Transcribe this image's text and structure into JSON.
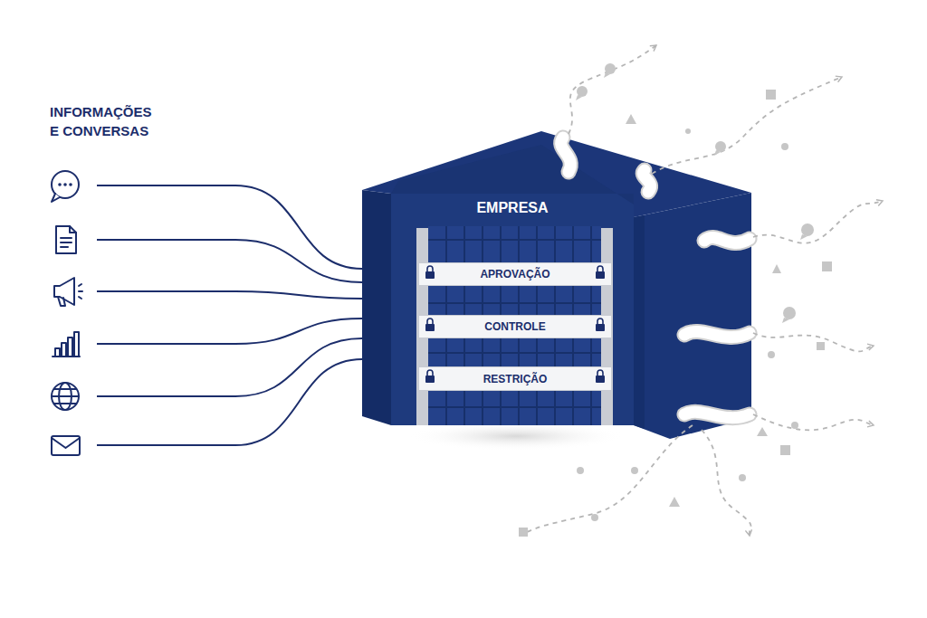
{
  "diagram": {
    "title": "INFORMAÇÕES E CONVERSAS",
    "nodes": [
      {
        "text": [
          "EMPRESA"
        ]
      },
      {
        "text": [
          "APROVAÇÃO"
        ],
        "in": 0
      },
      {
        "text": [
          "CONTROLE"
        ],
        "in": 0
      },
      {
        "text": [
          "RESTRIÇÃO"
        ],
        "in": 0
      }
    ]
  }
}
